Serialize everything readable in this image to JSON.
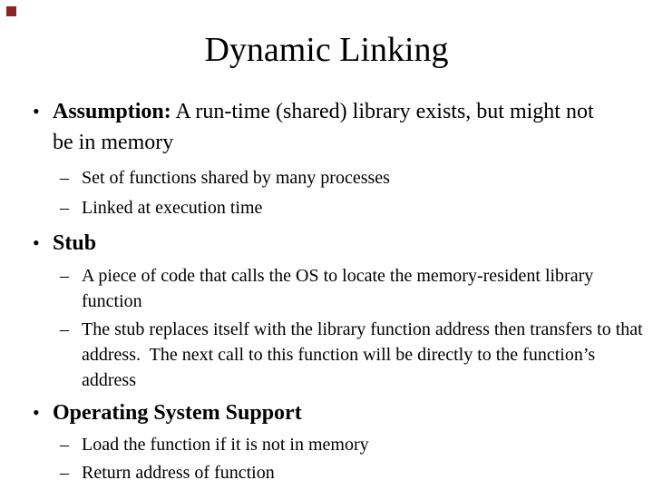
{
  "slide_title": "Dynamic Linking",
  "decorations": {
    "corner_square_color": "#8e2323"
  },
  "glyphs": {
    "level1_bullet": "•",
    "level2_bullet": "–"
  },
  "content": {
    "bullet1": {
      "bold": "Assumption:",
      "rest": " A run-time (shared) library exists, but might not be in memory"
    },
    "bullet1_subs": [
      "Set of functions shared by many processes",
      "Linked at execution time"
    ],
    "bullet2": {
      "bold": "Stub"
    },
    "bullet2_subs": [
      "A piece of code that calls the OS to locate the memory-resident library function",
      "The stub replaces itself with the library function address then transfers to that address.  The next call to this function will be directly to the function’s address"
    ],
    "bullet3": {
      "bold": "Operating System Support"
    },
    "bullet3_subs": [
      "Load the function if it is not in memory",
      "Return address of function"
    ]
  }
}
